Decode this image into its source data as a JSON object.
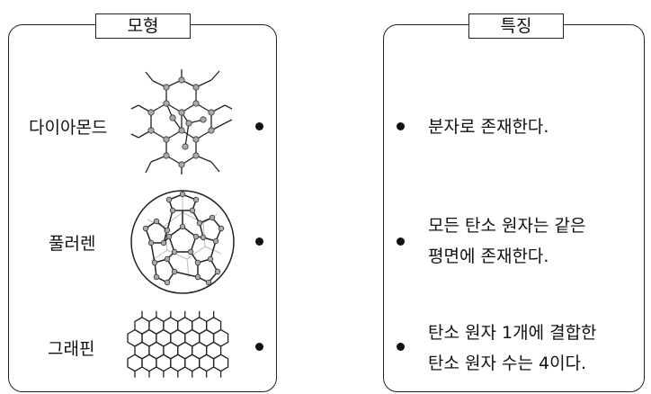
{
  "left_panel": {
    "title": "모형",
    "models": [
      {
        "name": "다이아몬드",
        "icon": "diamond-structure-icon"
      },
      {
        "name": "풀러렌",
        "icon": "fullerene-structure-icon"
      },
      {
        "name": "그래핀",
        "icon": "graphene-structure-icon"
      }
    ]
  },
  "right_panel": {
    "title": "특징",
    "features": [
      {
        "line1": "분자로 존재한다.",
        "line2": ""
      },
      {
        "line1": "모든 탄소 원자는 같은",
        "line2": "평면에 존재한다."
      },
      {
        "line1": "탄소 원자 1개에 결합한",
        "line2": "탄소 원자 수는 4이다."
      }
    ]
  }
}
